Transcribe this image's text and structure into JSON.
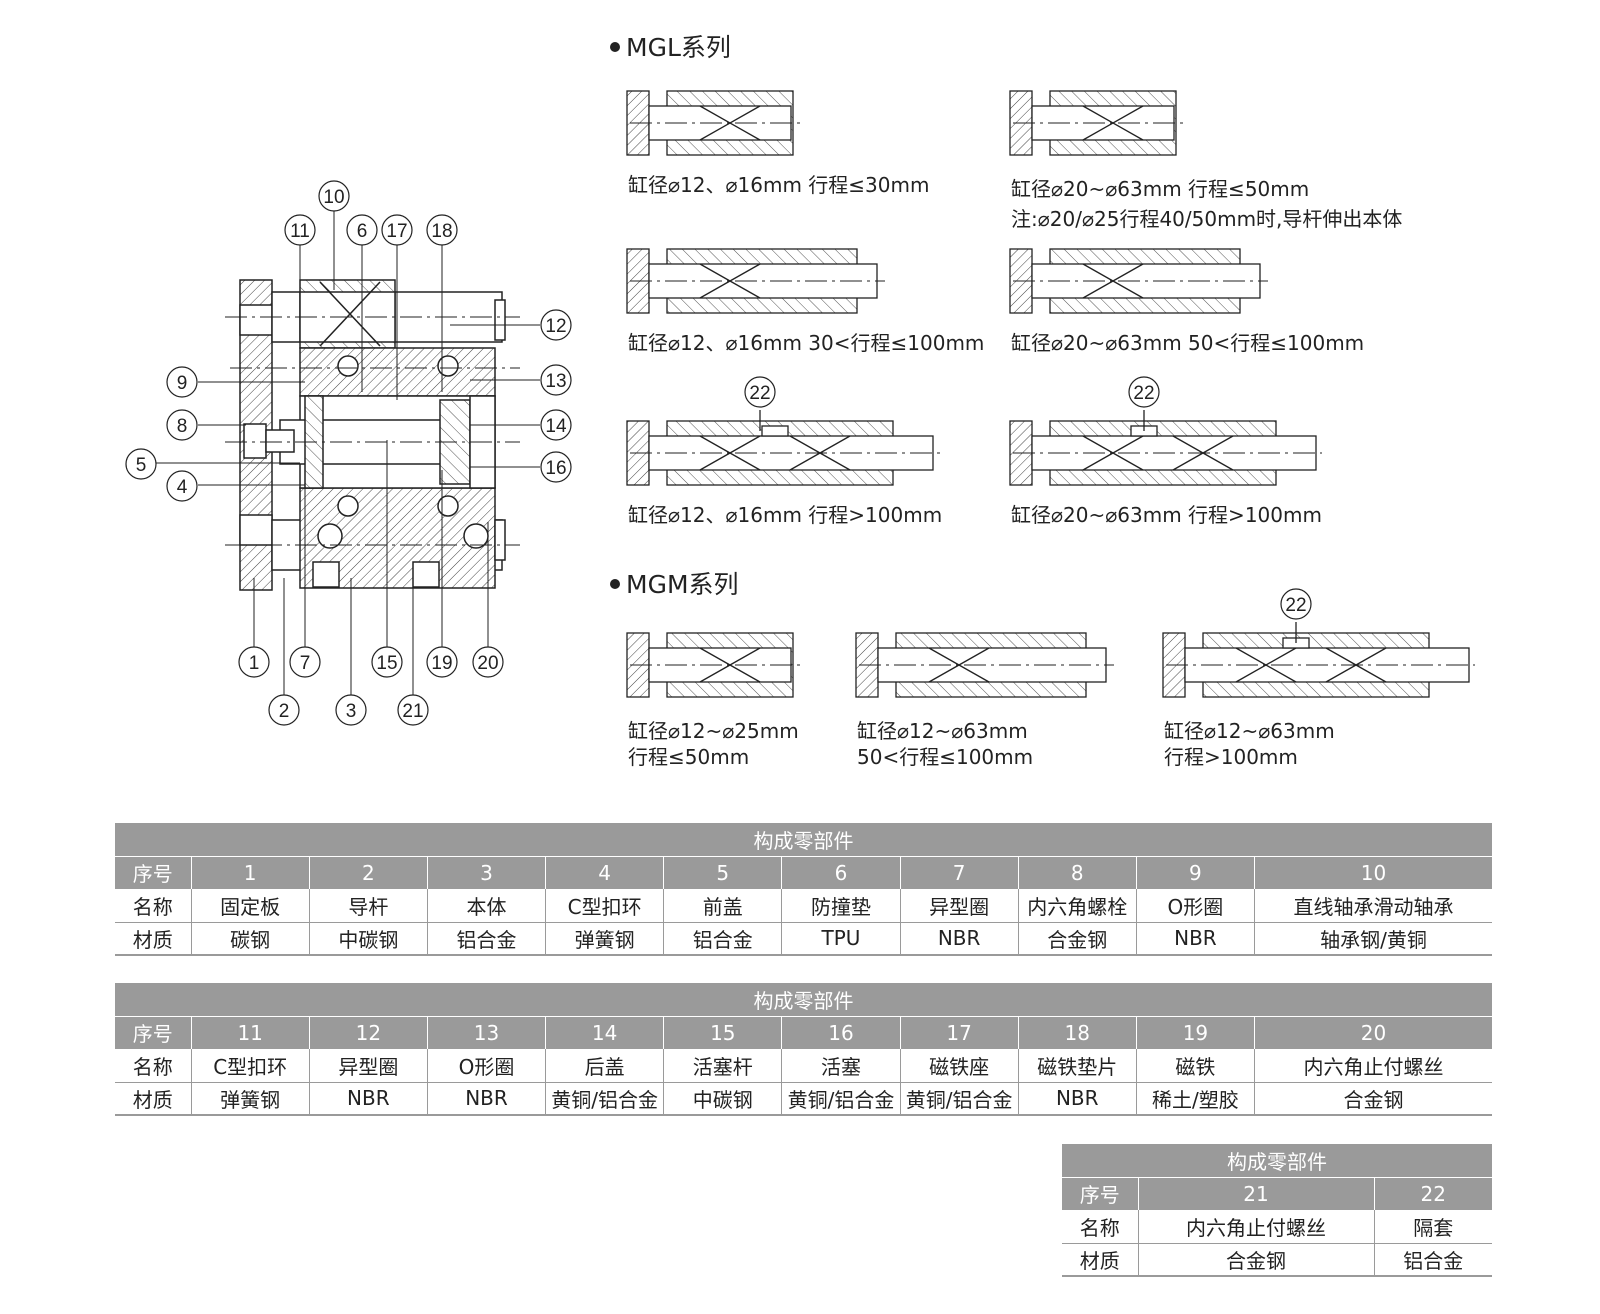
{
  "section_titles": {
    "mgl": "MGL系列",
    "mgm": "MGM系列"
  },
  "callouts": [
    "1",
    "2",
    "3",
    "4",
    "5",
    "6",
    "7",
    "8",
    "9",
    "10",
    "11",
    "12",
    "13",
    "14",
    "15",
    "16",
    "17",
    "18",
    "19",
    "20",
    "21"
  ],
  "spacer_label": "22",
  "captions": {
    "mgl_a1": "缸径⌀12、⌀16mm 行程≤30mm",
    "mgl_b1": "缸径⌀20~⌀63mm 行程≤50mm",
    "mgl_b1_note": "注:⌀20/⌀25行程40/50mm时,导杆伸出本体",
    "mgl_a2": "缸径⌀12、⌀16mm 30<行程≤100mm",
    "mgl_b2": "缸径⌀20~⌀63mm 50<行程≤100mm",
    "mgl_a3": "缸径⌀12、⌀16mm 行程>100mm",
    "mgl_b3": "缸径⌀20~⌀63mm 行程>100mm",
    "mgm_1_l1": "缸径⌀12~⌀25mm",
    "mgm_1_l2": "行程≤50mm",
    "mgm_2_l1": "缸径⌀12~⌀63mm",
    "mgm_2_l2": "50<行程≤100mm",
    "mgm_3_l1": "缸径⌀12~⌀63mm",
    "mgm_3_l2": "行程>100mm"
  },
  "table1": {
    "title": "构成零部件",
    "idx_label": "序号",
    "name_label": "名称",
    "mat_label": "材质",
    "idx": [
      "1",
      "2",
      "3",
      "4",
      "5",
      "6",
      "7",
      "8",
      "9",
      "10"
    ],
    "names": [
      "固定板",
      "导杆",
      "本体",
      "C型扣环",
      "前盖",
      "防撞垫",
      "异型圈",
      "内六角螺栓",
      "O形圈",
      "直线轴承滑动轴承"
    ],
    "materials": [
      "碳钢",
      "中碳钢",
      "铝合金",
      "弹簧钢",
      "铝合金",
      "TPU",
      "NBR",
      "合金钢",
      "NBR",
      "轴承钢/黄铜"
    ]
  },
  "table2": {
    "title": "构成零部件",
    "idx_label": "序号",
    "name_label": "名称",
    "mat_label": "材质",
    "idx": [
      "11",
      "12",
      "13",
      "14",
      "15",
      "16",
      "17",
      "18",
      "19",
      "20"
    ],
    "names": [
      "C型扣环",
      "异型圈",
      "O形圈",
      "后盖",
      "活塞杆",
      "活塞",
      "磁铁座",
      "磁铁垫片",
      "磁铁",
      "内六角止付螺丝"
    ],
    "materials": [
      "弹簧钢",
      "NBR",
      "NBR",
      "黄铜/铝合金",
      "中碳钢",
      "黄铜/铝合金",
      "黄铜/铝合金",
      "NBR",
      "稀土/塑胶",
      "合金钢"
    ]
  },
  "table3": {
    "title": "构成零部件",
    "idx_label": "序号",
    "name_label": "名称",
    "mat_label": "材质",
    "idx": [
      "21",
      "22"
    ],
    "names": [
      "内六角止付螺丝",
      "隔套"
    ],
    "materials": [
      "合金钢",
      "铝合金"
    ]
  }
}
